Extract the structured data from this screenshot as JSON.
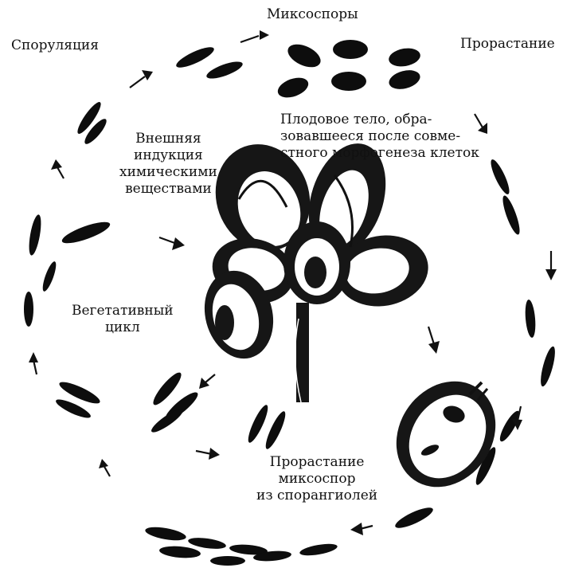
{
  "diagram": {
    "labels": {
      "myxospores": "Миксоспоры",
      "sporulation": "Споруляция",
      "germination": "Прорастание",
      "fruiting_body": "Плодовое тело, обра-\nзовавшееся после совме-\nстного морфогенеза клеток",
      "induction": "Внешняя\nиндукция\nхимическими\nвеществами",
      "vegetative_cycle": "Вегетативный\nцикл",
      "germination_sporangioles": "Прорастание\nмиксоспор\nиз спорангиолей"
    },
    "colors": {
      "ink": "#111111",
      "background": "#ffffff"
    }
  }
}
